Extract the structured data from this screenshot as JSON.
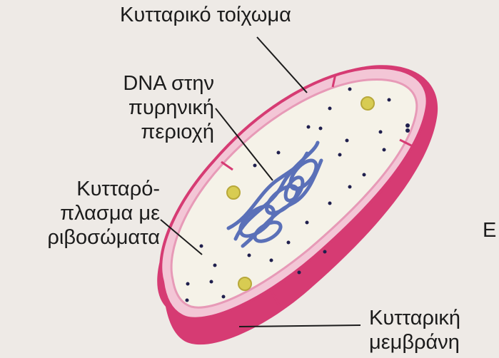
{
  "labels": {
    "cell_wall": "Κυτταρικό τοίχωμα",
    "dna_line1": "DNA στην",
    "dna_line2": "πυρηνική",
    "dna_line3": "περιοχή",
    "cytoplasm_line1": "Κυτταρό-",
    "cytoplasm_line2": "πλασμα με",
    "cytoplasm_line3": "ριβοσώματα",
    "membrane_line1": "Κυτταρική",
    "membrane_line2": "μεμβράνη",
    "edge_fragment": "E"
  },
  "colors": {
    "background": "#eeeae6",
    "cell_wall": "#d63b73",
    "cell_wall_light": "#f3c6d6",
    "cytoplasm": "#f5f2e8",
    "dna": "#5a70b8",
    "ribosome": "#1f1f4d",
    "granule": "#d8cc52"
  }
}
